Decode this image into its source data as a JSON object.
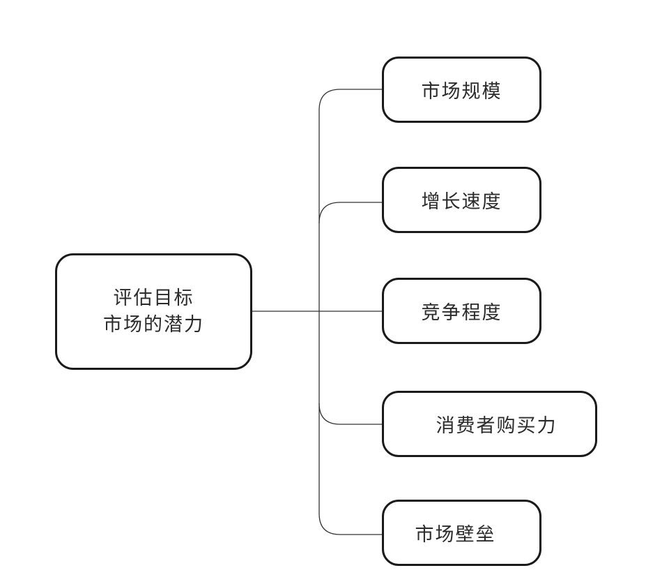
{
  "diagram": {
    "root": {
      "line1": "评估目标",
      "line2": "市场的潜力"
    },
    "children": [
      {
        "label": "市场规模"
      },
      {
        "label": "增长速度"
      },
      {
        "label": "竞争程度"
      },
      {
        "label": "消费者购买力"
      },
      {
        "label": "市场壁垒"
      }
    ]
  },
  "colors": {
    "node_border": "#1a1a1a",
    "connector": "#333333",
    "text": "#2b2b2b",
    "background": "#ffffff"
  }
}
